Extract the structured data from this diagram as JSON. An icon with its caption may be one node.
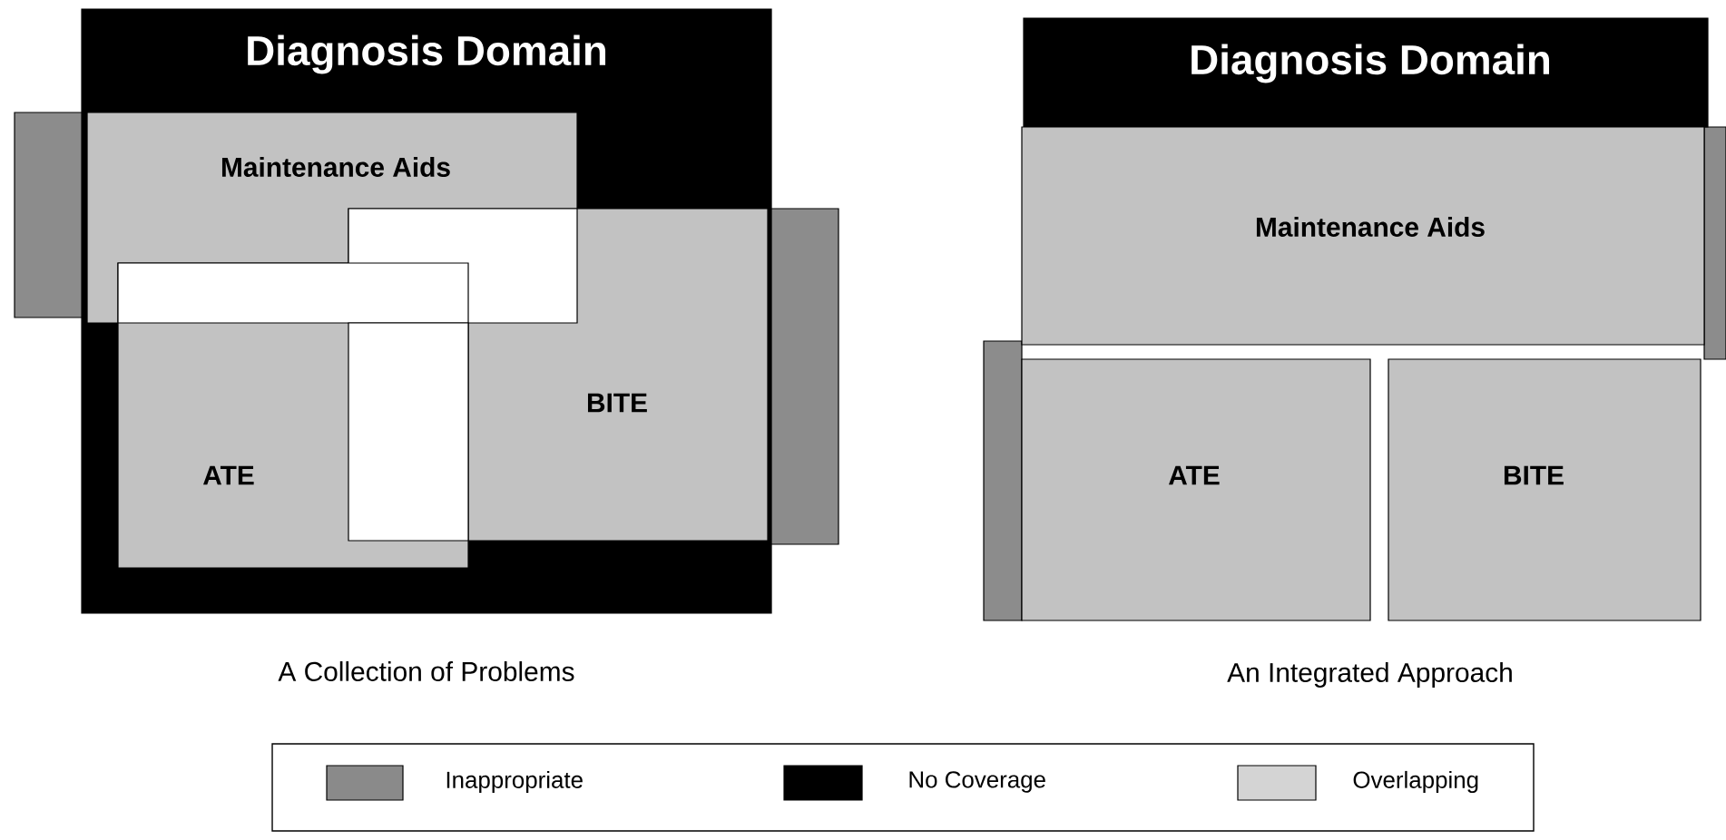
{
  "diagram": {
    "nodes": [
      {
        "text": [
          "Diagnosis Domain"
        ]
      },
      {
        "text": [
          "Maintenance Aids"
        ],
        "in": 0
      },
      {
        "text": [
          "BITE"
        ],
        "in": 0
      },
      {
        "text": [
          "ATE"
        ],
        "in": 0
      },
      {
        "text": [],
        "shape": "box"
      },
      {
        "text": [],
        "shape": "box"
      },
      {
        "text": [],
        "shape": "box"
      },
      {
        "text": [],
        "shape": "bar"
      },
      {
        "text": [],
        "shape": "bar"
      },
      {
        "text": [
          "Diagnosis Domain"
        ]
      },
      {
        "text": [
          "Maintenance Aids"
        ]
      },
      {
        "text": [
          "ATE"
        ]
      },
      {
        "text": [
          "BITE"
        ]
      },
      {
        "text": [],
        "shape": "bar"
      },
      {
        "text": [],
        "shape": "bar"
      }
    ],
    "labels": [
      "A Collection of Problems",
      "An Integrated Approach"
    ],
    "legend": [
      {
        "text": "Inappropriate",
        "color": "#8a8a8a"
      },
      {
        "text": "No Coverage",
        "color": "#000000"
      },
      {
        "text": "Overlapping",
        "color": "#d4d4d4"
      }
    ]
  }
}
